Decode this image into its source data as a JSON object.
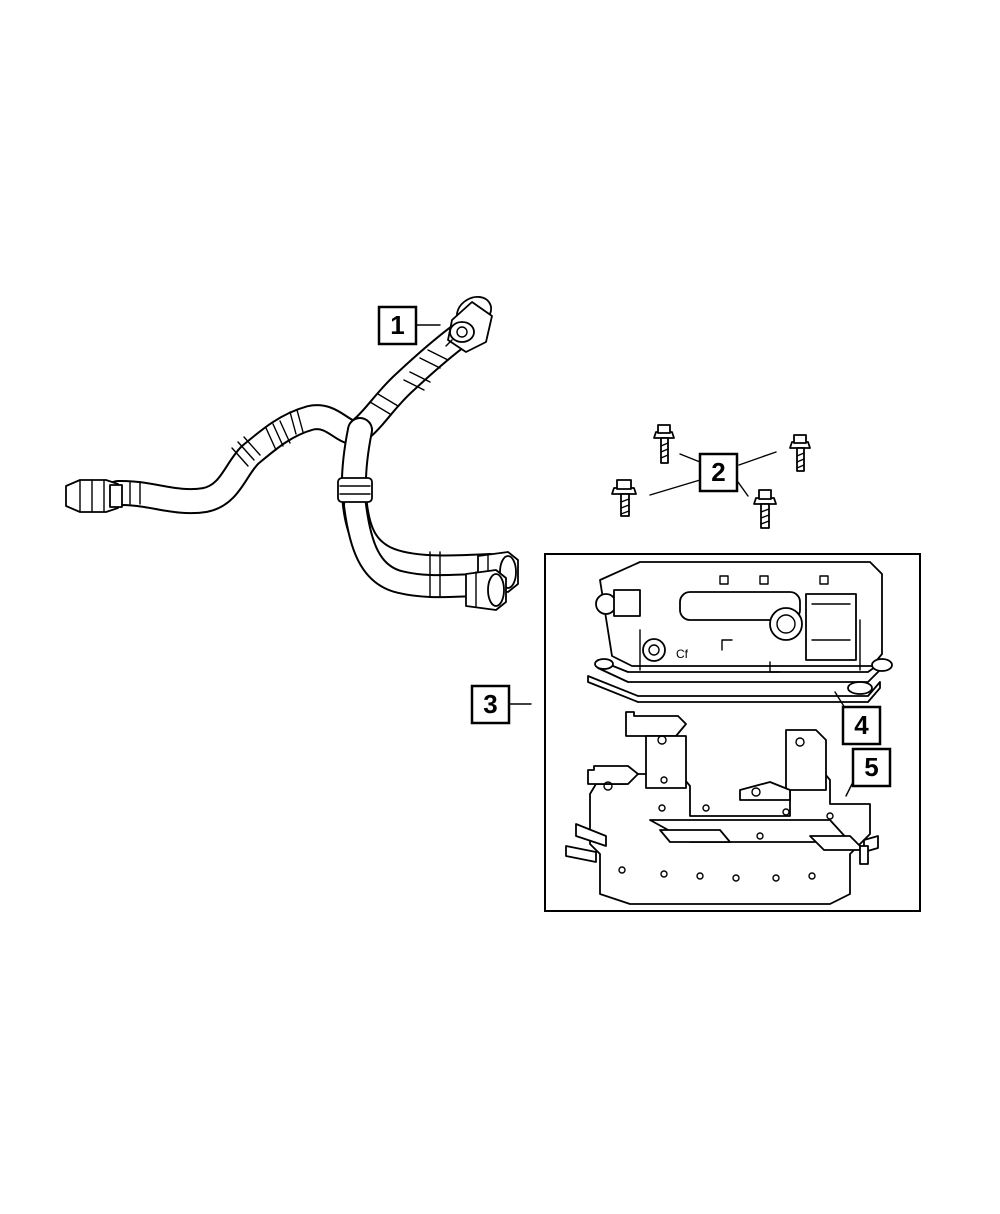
{
  "callouts": [
    {
      "id": "callout-1",
      "label": "1"
    },
    {
      "id": "callout-2",
      "label": "2"
    },
    {
      "id": "callout-3",
      "label": "3"
    },
    {
      "id": "callout-4",
      "label": "4"
    },
    {
      "id": "callout-5",
      "label": "5"
    }
  ],
  "parts": {
    "hose": "coolant-hose-assembly",
    "bolts": "mounting-bolts",
    "module": "charger-module",
    "bracket": "mounting-bracket"
  }
}
